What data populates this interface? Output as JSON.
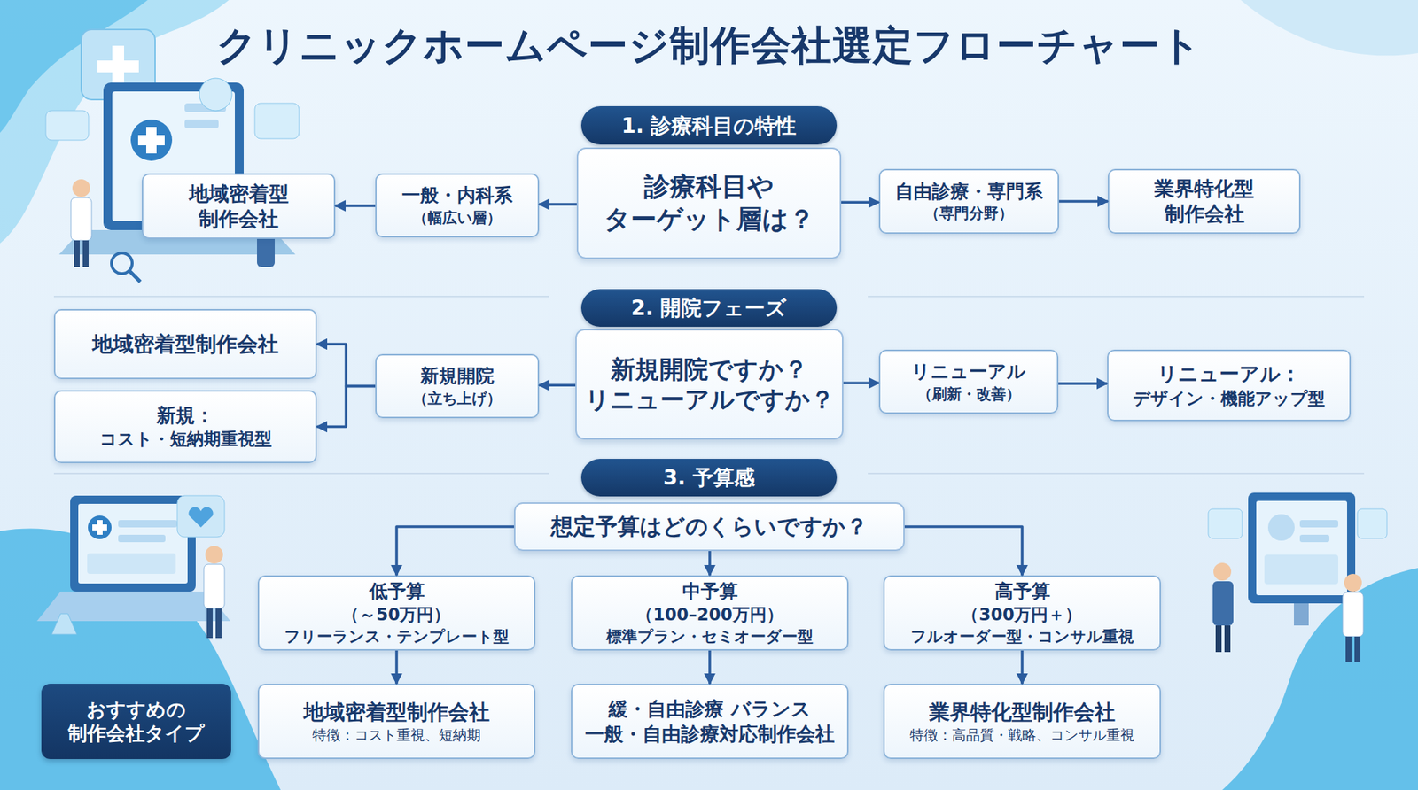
{
  "diagram": {
    "title": "クリニックホームページ制作会社選定フローチャート",
    "nodes": [
      {
        "text": [
          "1. 診療科目の特性"
        ]
      },
      {
        "text": [
          "地域密着型 制作会社"
        ]
      },
      {
        "text": [
          "一般・内科系",
          "（幅広い層）"
        ]
      },
      {
        "text": [
          "診療科目や ターゲット層は？"
        ]
      },
      {
        "text": [
          "自由診療・専門系",
          "（専門分野）"
        ]
      },
      {
        "text": [
          "業界特化型 制作会社"
        ]
      },
      {
        "text": [
          "2. 開院フェーズ"
        ]
      },
      {
        "text": [
          "地域密着型制作会社"
        ]
      },
      {
        "text": [
          "新規：",
          "コスト・短納期重視型"
        ]
      },
      {
        "text": [
          "新規開院",
          "（立ち上げ）"
        ]
      },
      {
        "text": [
          "新規開院ですか？ リニューアルですか？"
        ]
      },
      {
        "text": [
          "リニューアル",
          "（刷新・改善）"
        ]
      },
      {
        "text": [
          "リニューアル：",
          "デザイン・機能アップ型"
        ]
      },
      {
        "text": [
          "3. 予算感"
        ]
      },
      {
        "text": [
          "想定予算はどのくらいですか？"
        ]
      },
      {
        "text": [
          "低予算",
          "（～50万円）",
          "フリーランス・テンプレート型"
        ]
      },
      {
        "text": [
          "中予算",
          "（100–200万円）",
          "標準プラン・セミオーダー型"
        ]
      },
      {
        "text": [
          "高予算",
          "（300万円＋）",
          "フルオーダー型・コンサル重視"
        ]
      },
      {
        "text": [
          "おすすめの 制作会社タイプ"
        ]
      },
      {
        "text": [
          "地域密着型制作会社",
          "特徴：コスト重視、短納期"
        ]
      },
      {
        "text": [
          "緩・自由診療 バランス",
          "一般・自由診療対応制作会社"
        ]
      },
      {
        "text": [
          "業界特化型制作会社",
          "特徴：高品質・戦略、コンサル重視"
        ]
      }
    ],
    "edges": [
      {
        "from": 3,
        "to": 2,
        "arrow": "to"
      },
      {
        "from": 2,
        "to": 1,
        "arrow": "to"
      },
      {
        "from": 3,
        "to": 4,
        "arrow": "to"
      },
      {
        "from": 4,
        "to": 5,
        "arrow": "to"
      },
      {
        "from": 10,
        "to": 9,
        "arrow": "to"
      },
      {
        "from": 9,
        "to": 7,
        "arrow": "to"
      },
      {
        "from": 9,
        "to": 8,
        "arrow": "to"
      },
      {
        "from": 10,
        "to": 11,
        "arrow": "to"
      },
      {
        "from": 11,
        "to": 12,
        "arrow": "to"
      },
      {
        "from": 14,
        "to": 15,
        "arrow": "to"
      },
      {
        "from": 14,
        "to": 16,
        "arrow": "to"
      },
      {
        "from": 14,
        "to": 17,
        "arrow": "to"
      },
      {
        "from": 15,
        "to": 19,
        "arrow": "to"
      },
      {
        "from": 16,
        "to": 20,
        "arrow": "to"
      },
      {
        "from": 17,
        "to": 21,
        "arrow": "to"
      }
    ]
  }
}
